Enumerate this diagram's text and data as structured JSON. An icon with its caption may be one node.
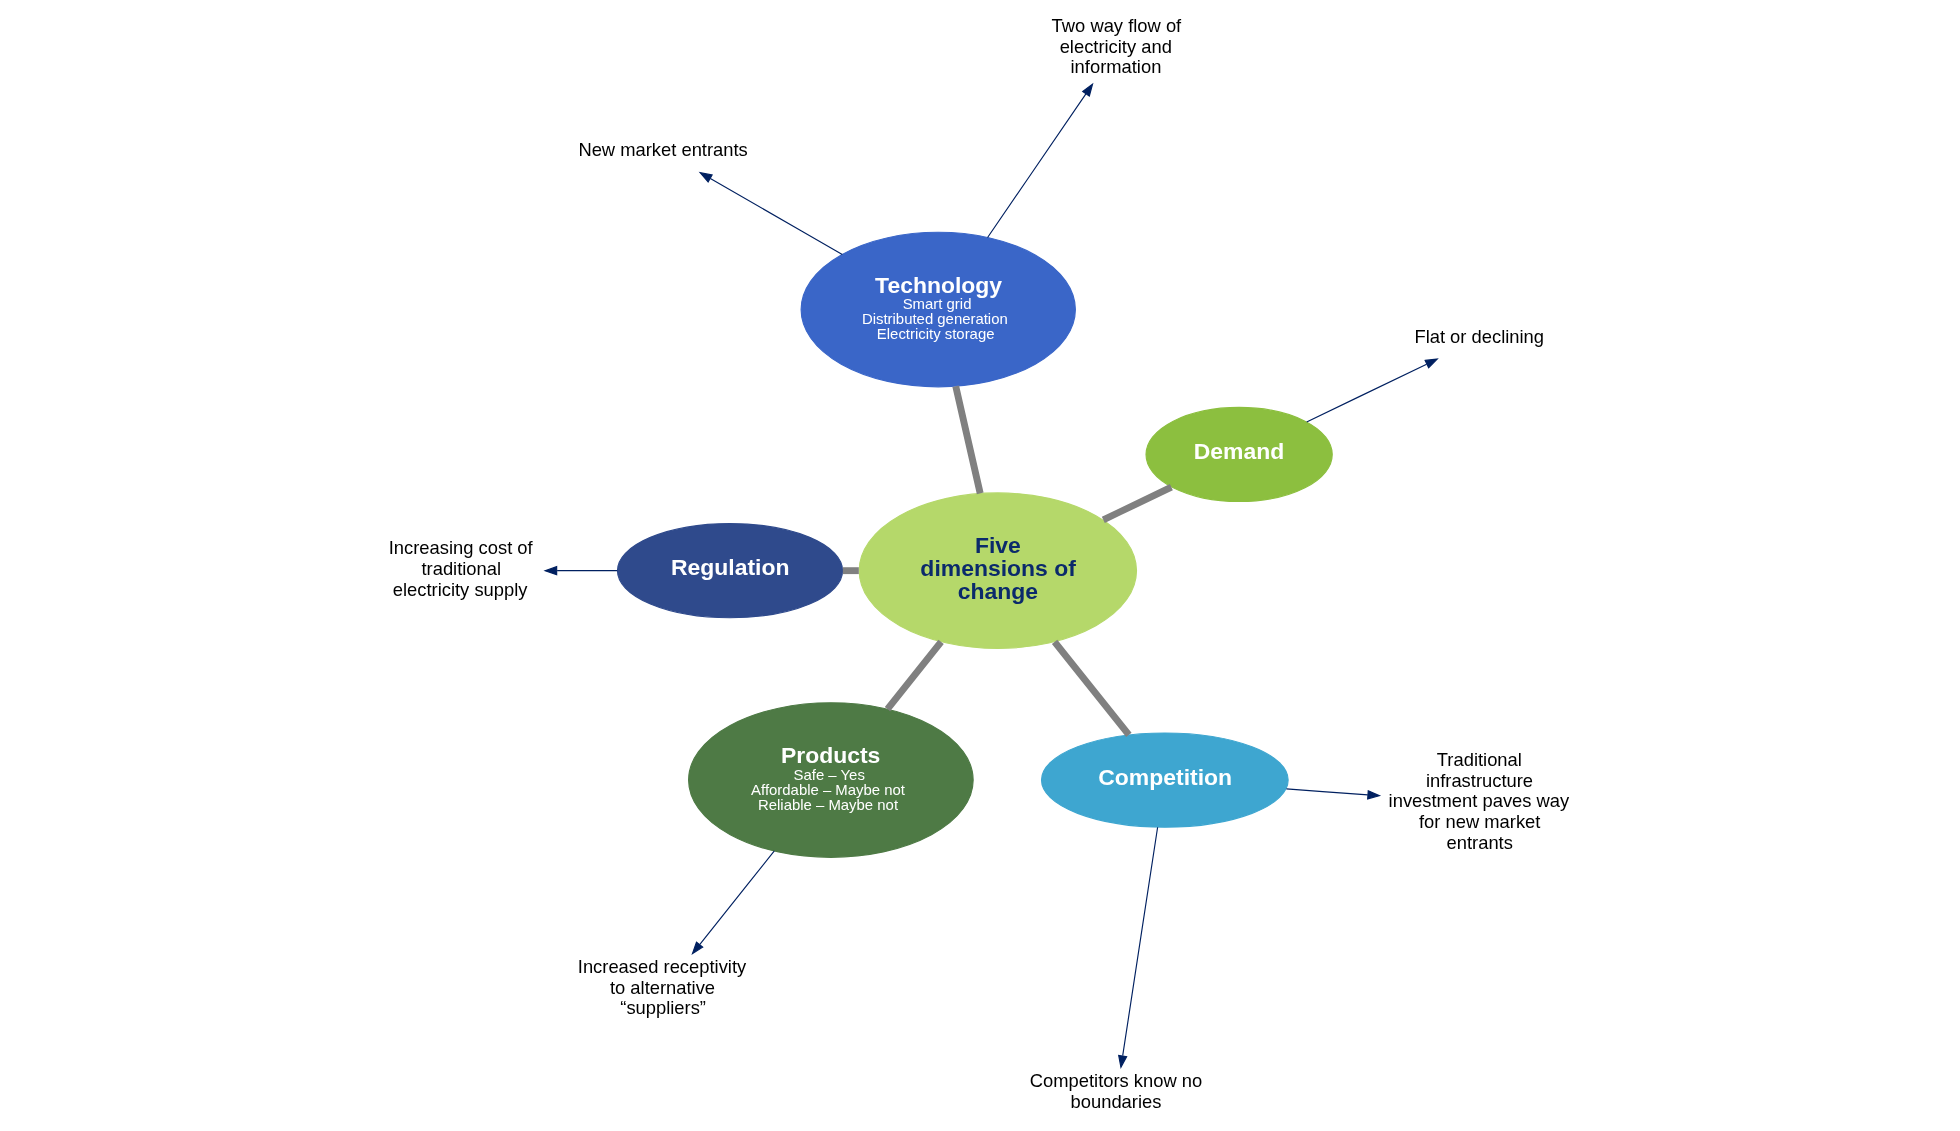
{
  "diagram": {
    "nodes": [
      {
        "text": [
          "Five dimensions of change"
        ]
      },
      {
        "text": [
          "Demand"
        ]
      },
      {
        "text": [
          "Technology",
          "Smart grid",
          "Distributed generation",
          "Electricity storage"
        ]
      },
      {
        "text": [
          "Regulation"
        ]
      },
      {
        "text": [
          "Products",
          "Safe – Yes",
          "Affordable – Maybe not",
          "Reliable – Maybe not"
        ]
      },
      {
        "text": [
          "Competition"
        ]
      },
      {
        "text": [
          "Flat or declining"
        ]
      },
      {
        "text": [
          "Two way flow of electricity and information"
        ]
      },
      {
        "text": [
          "New market entrants"
        ]
      },
      {
        "text": [
          "Increasing cost of traditional electricity supply"
        ]
      },
      {
        "text": [
          "Increased receptivity to alternative “suppliers”"
        ]
      },
      {
        "text": [
          "Competitors know no boundaries"
        ]
      },
      {
        "text": [
          "Traditional infrastructure investment paves way for new market entrants"
        ]
      }
    ],
    "edges": [
      {
        "from": 0,
        "to": 1,
        "arrow": "none",
        "style": "thick",
        "color": "#808080"
      },
      {
        "from": 0,
        "to": 2,
        "arrow": "none",
        "style": "thick",
        "color": "#808080"
      },
      {
        "from": 0,
        "to": 3,
        "arrow": "none",
        "style": "thick",
        "color": "#808080"
      },
      {
        "from": 0,
        "to": 4,
        "arrow": "none",
        "style": "thick",
        "color": "#808080"
      },
      {
        "from": 0,
        "to": 5,
        "arrow": "none",
        "style": "thick",
        "color": "#808080"
      },
      {
        "from": 1,
        "to": 6,
        "arrow": "to"
      },
      {
        "from": 2,
        "to": 7,
        "arrow": "to"
      },
      {
        "from": 2,
        "to": 8,
        "arrow": "to"
      },
      {
        "from": 3,
        "to": 9,
        "arrow": "to"
      },
      {
        "from": 4,
        "to": 10,
        "arrow": "to"
      },
      {
        "from": 5,
        "to": 11,
        "arrow": "to"
      },
      {
        "from": 5,
        "to": 12,
        "arrow": "to"
      }
    ]
  }
}
